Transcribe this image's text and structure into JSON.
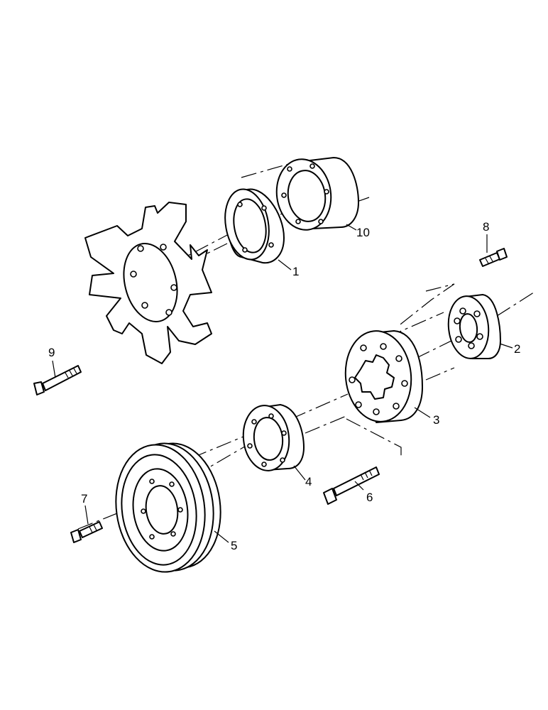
{
  "callouts": {
    "p1": "1",
    "p2": "2",
    "p3": "3",
    "p4": "4",
    "p5": "5",
    "p6": "6",
    "p7": "7",
    "p8": "8",
    "p9": "9",
    "p10": "10"
  },
  "colors": {
    "ink": "#000000",
    "paper": "#ffffff"
  },
  "parts": [
    {
      "callout": "1",
      "kind": "flanged-ring"
    },
    {
      "callout": "2",
      "kind": "small-hub"
    },
    {
      "callout": "3",
      "kind": "damper-drum"
    },
    {
      "callout": "4",
      "kind": "hub-ring"
    },
    {
      "callout": "5",
      "kind": "pulley"
    },
    {
      "callout": "6",
      "kind": "bolt"
    },
    {
      "callout": "7",
      "kind": "bolt"
    },
    {
      "callout": "8",
      "kind": "bolt"
    },
    {
      "callout": "9",
      "kind": "bolt"
    },
    {
      "callout": "10",
      "kind": "spacer-drum"
    }
  ]
}
